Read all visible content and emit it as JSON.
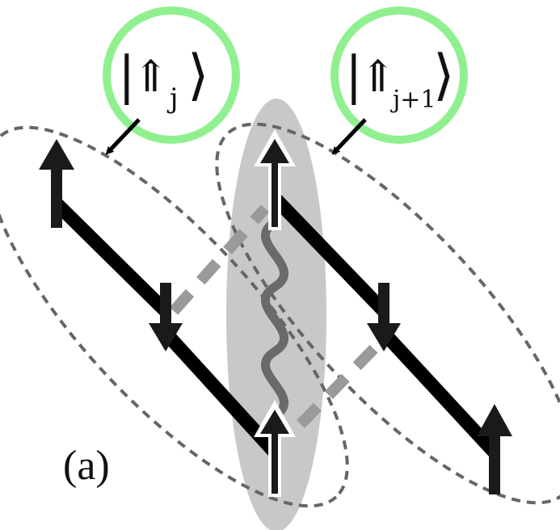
{
  "figure": {
    "panel_label": "(a)"
  },
  "kets": {
    "left": {
      "bar": "|",
      "arrow": "⇑",
      "subscript": "j",
      "bracket": "⟩"
    },
    "right": {
      "bar": "|",
      "arrow": "⇑",
      "subscript": "j+1",
      "bracket": "⟩"
    }
  },
  "colors": {
    "ket_circle": "#90f090",
    "chain": "#000000",
    "dashed_ellipse": "#666666",
    "bond_highlight": "#c8c8c8",
    "wavy_link": "#6a6a6a",
    "dashed_connector": "#9a9a9a"
  },
  "icons": {
    "spin_up": "spin-up-arrow-icon",
    "spin_down": "spin-down-arrow-icon"
  }
}
